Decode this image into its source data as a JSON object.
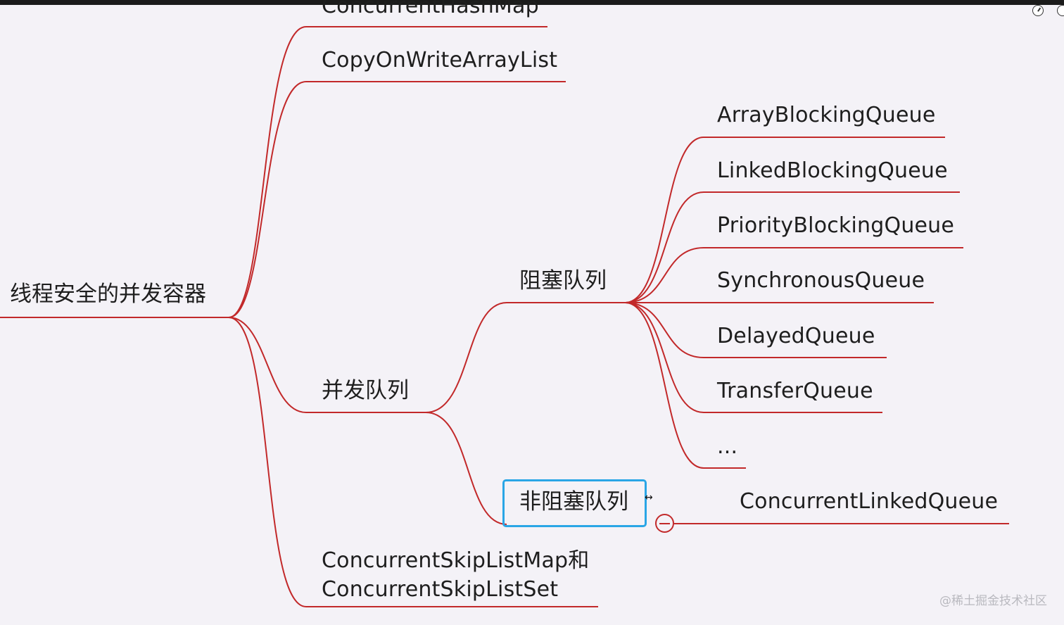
{
  "mindmap": {
    "root": "线程安全的并发容器",
    "branches": {
      "concurrent_hash_map": "ConcurrentHashMap",
      "copy_on_write": "CopyOnWriteArrayList",
      "concurrent_queue": "并发队列",
      "skip_list_line1": "ConcurrentSkipListMap和",
      "skip_list_line2": "ConcurrentSkipListSet"
    },
    "queue": {
      "blocking": "阻塞队列",
      "non_blocking": "非阻塞队列"
    },
    "blocking_children": [
      "ArrayBlockingQueue",
      "LinkedBlockingQueue",
      "PriorityBlockingQueue",
      "SynchronousQueue",
      "DelayedQueue",
      "TransferQueue",
      "..."
    ],
    "non_blocking_child": "ConcurrentLinkedQueue"
  },
  "colors": {
    "branch_line": "#c2292a",
    "selection": "#2aa6e6",
    "background": "#f4f2f7"
  },
  "icons": {
    "top_right": [
      "clock-icon",
      "gear-icon"
    ],
    "node_controls": [
      "resize-arrows-icon",
      "collapse-minus-icon"
    ]
  },
  "watermark": "@稀土掘金技术社区"
}
